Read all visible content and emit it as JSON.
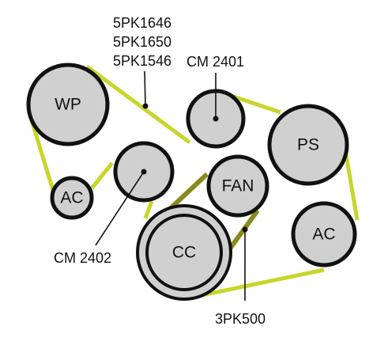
{
  "colors": {
    "belt": "#c8d62a",
    "belt_dark": "#8a8a1e",
    "pulley_fill": "#d0d0d0",
    "outline": "#111111"
  },
  "pulleys": {
    "wp": "WP",
    "ac_left": "AC",
    "ps": "PS",
    "fan": "FAN",
    "cc": "CC",
    "ac_right": "AC"
  },
  "callouts": {
    "belt_part_1": "5PK1646",
    "belt_part_2": "5PK1650",
    "belt_part_3": "5PK1546",
    "cm_top": "CM 2401",
    "cm_left": "CM 2402",
    "fan_belt": "3PK500"
  }
}
